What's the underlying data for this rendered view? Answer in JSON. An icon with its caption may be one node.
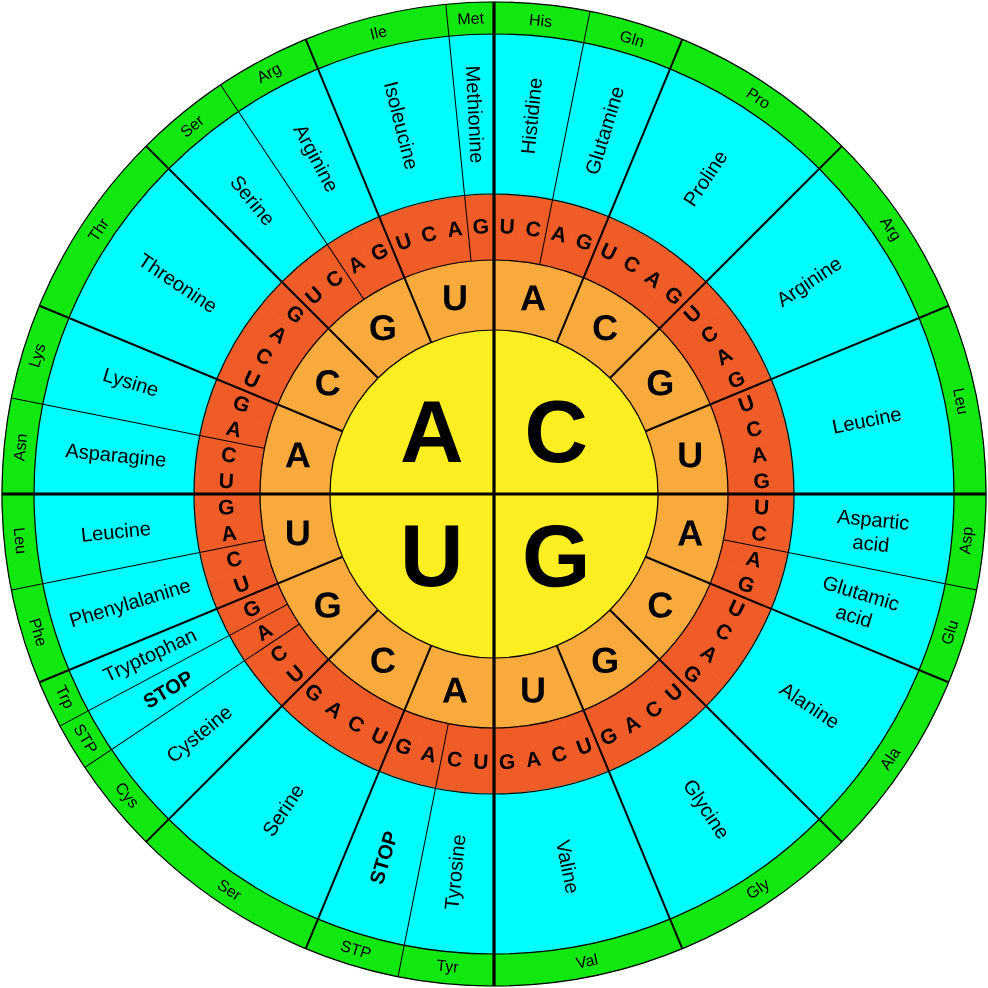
{
  "diagram": {
    "nodes": [
      {
        "text": [
          "C"
        ]
      },
      {
        "text": [
          "G"
        ]
      },
      {
        "text": [
          "U"
        ]
      },
      {
        "text": [
          "A"
        ]
      },
      {
        "text": [
          "A"
        ]
      },
      {
        "text": [
          "C"
        ]
      },
      {
        "text": [
          "G"
        ]
      },
      {
        "text": [
          "U"
        ]
      },
      {
        "text": [
          "A"
        ]
      },
      {
        "text": [
          "C"
        ]
      },
      {
        "text": [
          "G"
        ]
      },
      {
        "text": [
          "U"
        ]
      },
      {
        "text": [
          "A"
        ]
      },
      {
        "text": [
          "C"
        ]
      },
      {
        "text": [
          "G"
        ]
      },
      {
        "text": [
          "U"
        ]
      },
      {
        "text": [
          "A"
        ]
      },
      {
        "text": [
          "C"
        ]
      },
      {
        "text": [
          "G"
        ]
      },
      {
        "text": [
          "U"
        ]
      },
      {
        "text": [
          "U"
        ]
      },
      {
        "text": [
          "C"
        ]
      },
      {
        "text": [
          "A"
        ]
      },
      {
        "text": [
          "G"
        ]
      },
      {
        "text": [
          "U"
        ]
      },
      {
        "text": [
          "C"
        ]
      },
      {
        "text": [
          "A"
        ]
      },
      {
        "text": [
          "G"
        ]
      },
      {
        "text": [
          "U"
        ]
      },
      {
        "text": [
          "C"
        ]
      },
      {
        "text": [
          "A"
        ]
      },
      {
        "text": [
          "G"
        ]
      },
      {
        "text": [
          "U"
        ]
      },
      {
        "text": [
          "C"
        ]
      },
      {
        "text": [
          "A"
        ]
      },
      {
        "text": [
          "G"
        ]
      },
      {
        "text": [
          "U"
        ]
      },
      {
        "text": [
          "C"
        ]
      },
      {
        "text": [
          "A"
        ]
      },
      {
        "text": [
          "G"
        ]
      },
      {
        "text": [
          "U"
        ]
      },
      {
        "text": [
          "C"
        ]
      },
      {
        "text": [
          "A"
        ]
      },
      {
        "text": [
          "G"
        ]
      },
      {
        "text": [
          "U"
        ]
      },
      {
        "text": [
          "C"
        ]
      },
      {
        "text": [
          "A"
        ]
      },
      {
        "text": [
          "G"
        ]
      },
      {
        "text": [
          "U"
        ]
      },
      {
        "text": [
          "C"
        ]
      },
      {
        "text": [
          "A"
        ]
      },
      {
        "text": [
          "G"
        ]
      },
      {
        "text": [
          "U"
        ]
      },
      {
        "text": [
          "C"
        ]
      },
      {
        "text": [
          "A"
        ]
      },
      {
        "text": [
          "G"
        ]
      },
      {
        "text": [
          "U"
        ]
      },
      {
        "text": [
          "C"
        ]
      },
      {
        "text": [
          "A"
        ]
      },
      {
        "text": [
          "G"
        ]
      },
      {
        "text": [
          "U"
        ]
      },
      {
        "text": [
          "C"
        ]
      },
      {
        "text": [
          "A"
        ]
      },
      {
        "text": [
          "G"
        ]
      },
      {
        "text": [
          "U"
        ]
      },
      {
        "text": [
          "C"
        ]
      },
      {
        "text": [
          "A"
        ]
      },
      {
        "text": [
          "G"
        ]
      },
      {
        "text": [
          "U"
        ]
      },
      {
        "text": [
          "C"
        ]
      },
      {
        "text": [
          "A"
        ]
      },
      {
        "text": [
          "G"
        ]
      },
      {
        "text": [
          "U"
        ]
      },
      {
        "text": [
          "C"
        ]
      },
      {
        "text": [
          "A"
        ]
      },
      {
        "text": [
          "G"
        ]
      },
      {
        "text": [
          "U"
        ]
      },
      {
        "text": [
          "C"
        ]
      },
      {
        "text": [
          "A"
        ]
      },
      {
        "text": [
          "G"
        ]
      },
      {
        "text": [
          "U"
        ]
      },
      {
        "text": [
          "C"
        ]
      },
      {
        "text": [
          "A"
        ]
      },
      {
        "text": [
          "G"
        ]
      },
      {
        "text": [
          "Histidine"
        ]
      },
      {
        "text": [
          "Glutamine"
        ]
      },
      {
        "text": [
          "Proline"
        ]
      },
      {
        "text": [
          "Arginine"
        ]
      },
      {
        "text": [
          "Leucine"
        ]
      },
      {
        "text": [
          "Aspartic acid"
        ]
      },
      {
        "text": [
          "Glutamic acid"
        ]
      },
      {
        "text": [
          "Alanine"
        ]
      },
      {
        "text": [
          "Glycine"
        ]
      },
      {
        "text": [
          "Valine"
        ]
      },
      {
        "text": [
          "Tyrosine"
        ]
      },
      {
        "text": [
          "STOP"
        ]
      },
      {
        "text": [
          "Serine"
        ]
      },
      {
        "text": [
          "Cysteine"
        ]
      },
      {
        "text": [
          "STOP"
        ]
      },
      {
        "text": [
          "Tryptophan"
        ]
      },
      {
        "text": [
          "Phenylalanine"
        ]
      },
      {
        "text": [
          "Leucine"
        ]
      },
      {
        "text": [
          "Asparagine"
        ]
      },
      {
        "text": [
          "Lysine"
        ]
      },
      {
        "text": [
          "Threonine"
        ]
      },
      {
        "text": [
          "Serine"
        ]
      },
      {
        "text": [
          "Arginine"
        ]
      },
      {
        "text": [
          "Isoleucine"
        ]
      },
      {
        "text": [
          "Methionine"
        ]
      },
      {
        "text": [
          "His"
        ]
      },
      {
        "text": [
          "Gln"
        ]
      },
      {
        "text": [
          "Pro"
        ]
      },
      {
        "text": [
          "Arg"
        ]
      },
      {
        "text": [
          "Leu"
        ]
      },
      {
        "text": [
          "Asp"
        ]
      },
      {
        "text": [
          "Glu"
        ]
      },
      {
        "text": [
          "Ala"
        ]
      },
      {
        "text": [
          "Gly"
        ]
      },
      {
        "text": [
          "Val"
        ]
      },
      {
        "text": [
          "Tyr"
        ]
      },
      {
        "text": [
          "STP"
        ]
      },
      {
        "text": [
          "Ser"
        ]
      },
      {
        "text": [
          "Cys"
        ]
      },
      {
        "text": [
          "STP"
        ]
      },
      {
        "text": [
          "Trp"
        ]
      },
      {
        "text": [
          "Phe"
        ]
      },
      {
        "text": [
          "Leu"
        ]
      },
      {
        "text": [
          "Asn"
        ]
      },
      {
        "text": [
          "Lys"
        ]
      },
      {
        "text": [
          "Thr"
        ]
      },
      {
        "text": [
          "Ser"
        ]
      },
      {
        "text": [
          "Arg"
        ]
      },
      {
        "text": [
          "Ile"
        ]
      },
      {
        "text": [
          "Met"
        ]
      }
    ]
  }
}
